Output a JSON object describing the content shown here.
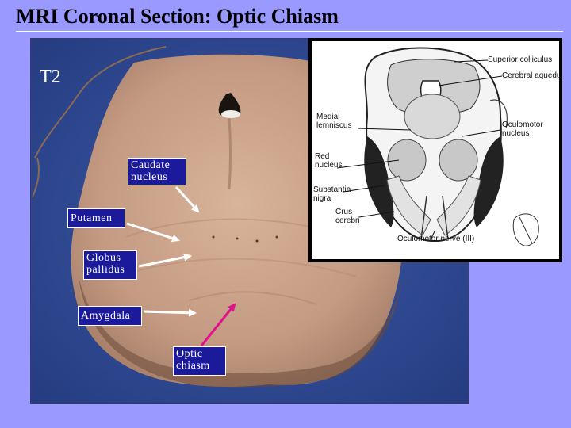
{
  "slide": {
    "title": "MRI Coronal Section: Optic Chiasm"
  },
  "photo": {
    "tag": "T2",
    "labels": {
      "caudate_line1": "Caudate",
      "caudate_line2": "nucleus",
      "putamen": "Putamen",
      "globus_line1": "Globus",
      "globus_line2": "pallidus",
      "amygdala": "Amygdala",
      "optic_line1": "Optic",
      "optic_line2": "chiasm"
    }
  },
  "drawing": {
    "labels": {
      "superior_colliculus": "Superior colliculus",
      "cerebral_aqueduct": "Cerebral aqueduct",
      "medial_lemniscus_line1": "Medial",
      "medial_lemniscus_line2": "lemniscus",
      "oculomotor_nucleus_line1": "Oculomotor",
      "oculomotor_nucleus_line2": "nucleus",
      "red_nucleus_line1": "Red",
      "red_nucleus_line2": "nucleus",
      "substantia_nigra_line1": "Substantia",
      "substantia_nigra_line2": "nigra",
      "crus_cerebri_line1": "Crus",
      "crus_cerebri_line2": "cerebri",
      "oculomotor_nerve": "Oculomotor nerve (III)"
    }
  },
  "colors": {
    "background": "#9999ff",
    "label_box": "#1a1a9a",
    "highlight_arrow": "#e0108f"
  }
}
